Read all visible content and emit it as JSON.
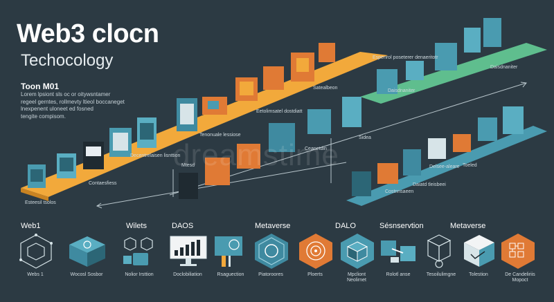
{
  "title": "Web3 clocn",
  "subtitle": "Techocology",
  "intro": {
    "heading": "Toon M01",
    "lines": [
      "Lorem lpsiont sls oc or oitywsntamer",
      "regeel gerntes, rollmevty ltieol boccaneget",
      "lnexpenent uloneet ed fosned",
      "tengite compisom."
    ]
  },
  "watermark": "dreamstime",
  "diagram_labels": [
    "Esteesil tsolos",
    "Contaesfiess",
    "Decentrelaisen lisnttion",
    "Tenonuale lessiose",
    "Eetolimsatel dostdiatt",
    "Satealbeon",
    "Espenrol poseterer denaeritotr",
    "Daisdnaniter",
    "Daisdnaniter",
    "Sidea",
    "Costnnsaeen",
    "Toeled",
    "Daiatd tleisbeei",
    "Delsee-aleare",
    "Ceanetdin",
    "Mtesd"
  ],
  "bottom_row": [
    {
      "heading": "Web1",
      "caption": "Webs 1",
      "icon": "network-cube-icon"
    },
    {
      "heading": "",
      "caption": "Wocosl Sosbor",
      "icon": "platform-box-icon"
    },
    {
      "heading": "Wilets",
      "caption": "Nolior Irsttion",
      "icon": "wallet-nodes-icon"
    },
    {
      "heading": "DAOS",
      "caption": "Doclobiliation",
      "icon": "monitor-chart-icon"
    },
    {
      "heading": "",
      "caption": "Rsaguection",
      "icon": "presentation-board-icon"
    },
    {
      "heading": "Metaverse",
      "caption": "Piatoroores",
      "icon": "metaverse-hexagon-icon"
    },
    {
      "heading": "",
      "caption": "Ploerts",
      "icon": "target-hexagon-icon"
    },
    {
      "heading": "DALO",
      "caption": "Mpcliont\nNeolirnet",
      "icon": "dao-cube-icon"
    },
    {
      "heading": "Sésnservtion",
      "caption": "Rolotl anse",
      "icon": "link-blocks-icon"
    },
    {
      "heading": "",
      "caption": "Tesoilulimgne",
      "icon": "phone-cube-icon"
    },
    {
      "heading": "Metaverse",
      "caption": "Tolestion",
      "icon": "hand-cube-icon"
    },
    {
      "heading": "",
      "caption": "De Candeliriis\nMopoct",
      "icon": "grid-hexagon-icon"
    }
  ],
  "colors": {
    "background": "#2c3a43",
    "teal": "#4a9bb0",
    "orange": "#e07a35",
    "yellow": "#f2a93b",
    "dark": "#1f2a31"
  }
}
